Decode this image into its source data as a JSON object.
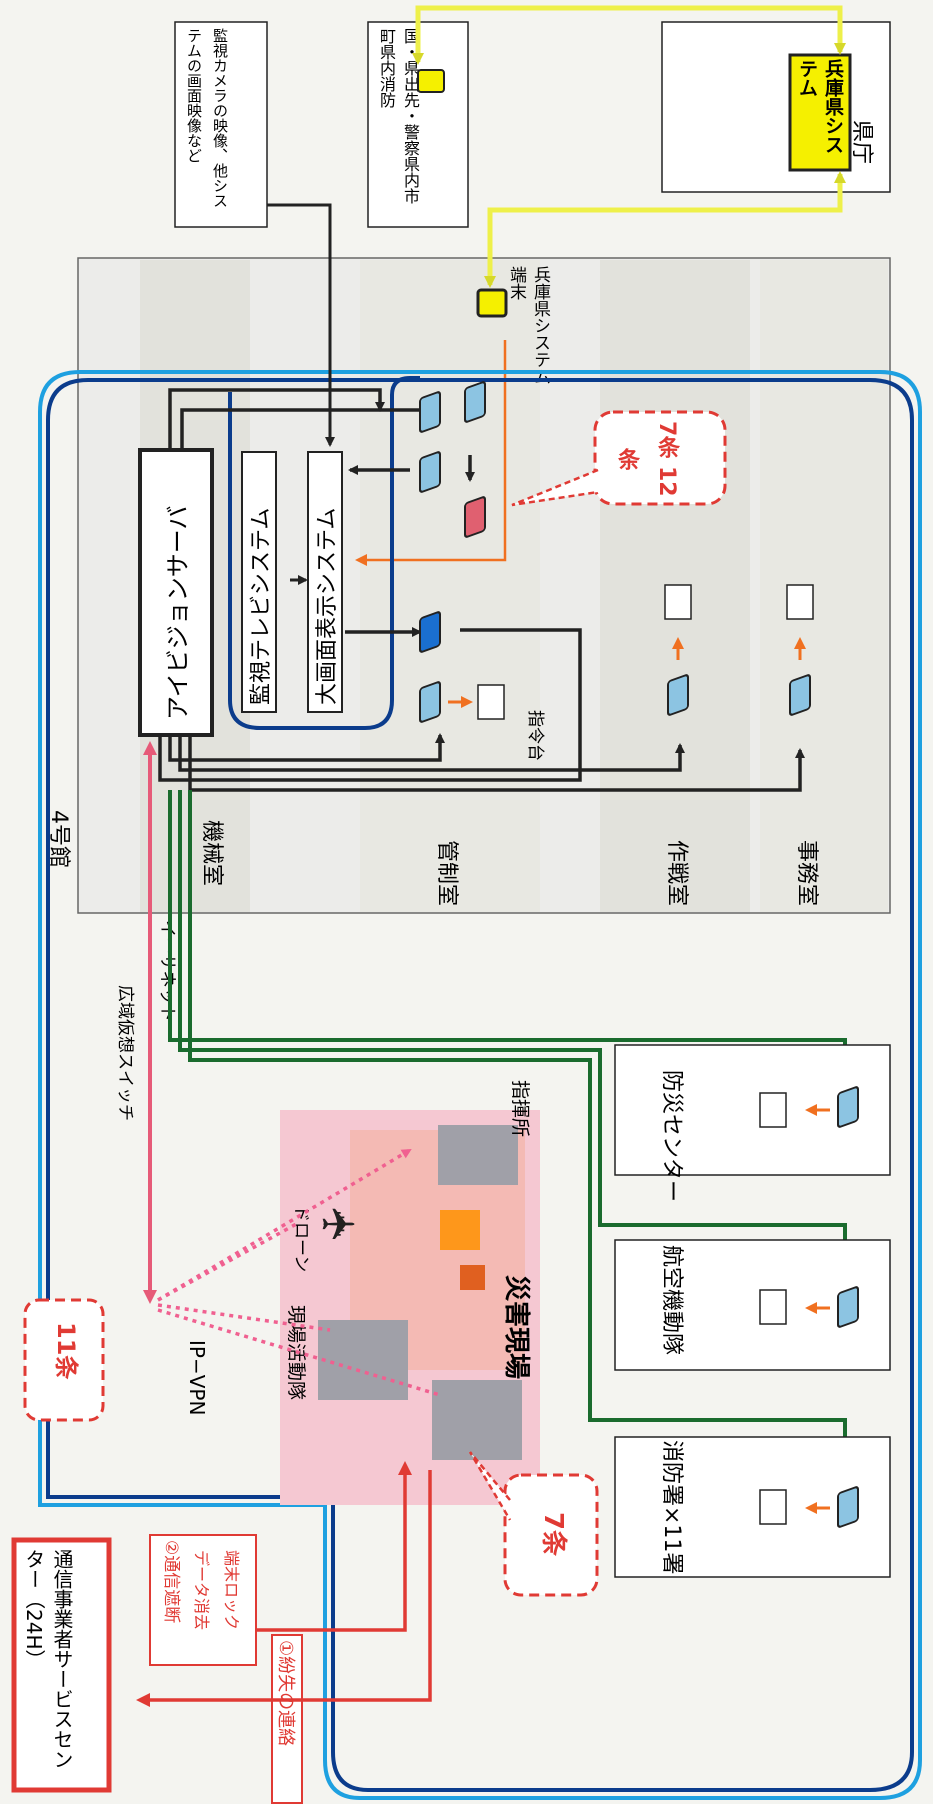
{
  "labels": {
    "building": "4号館",
    "iv_server": "アイビジョンサーバ",
    "cctv_system": "監視テレビシステム",
    "big_screen": "大画面表示システム",
    "hyogo_terminal": "兵庫県システム端末",
    "cam_source": "監視カメラの映像、他システムの画面映像など",
    "pref_office": "県庁",
    "hyogo_system": "兵庫県システム",
    "national": "国・県出先・警察県内市町県内消防",
    "room_machine": "機械室",
    "room_control": "管制室",
    "room_ops": "作戦室",
    "room_office": "事務室",
    "command_console": "指令台",
    "ethernet": "イーサネット",
    "wan_switch": "広域仮想スイッチ",
    "ipvpn": "IP−VPN",
    "disaster_center": "防災センター",
    "air_unit": "航空機動隊",
    "fire_stations": "消防署×11署",
    "field_units": "現場活動隊",
    "drone": "ドローン",
    "disaster_site": "災害現場",
    "hq_post": "指揮所",
    "carrier_center": "通信事業者サービスセンター（24H）",
    "step1": "①紛失の連絡",
    "step2": "②通信遮断",
    "step2_a": "データ消去",
    "step2_b": "端末ロック",
    "art7": "7条",
    "art7_12": "7条 12条",
    "art11": "11条"
  },
  "colors": {
    "network_dark_blue": "#0b3c8c",
    "network_light_blue": "#1ea0e0",
    "pref_link_yellow": "#eef04a",
    "ethernet_green": "#1a6b2e",
    "alert_red": "#e03a34",
    "vpn_pink": "#e65a78",
    "field_pink": "#f5c8d2",
    "terminal_blue": "#8cc4e2",
    "orange_arrow": "#f07020"
  }
}
